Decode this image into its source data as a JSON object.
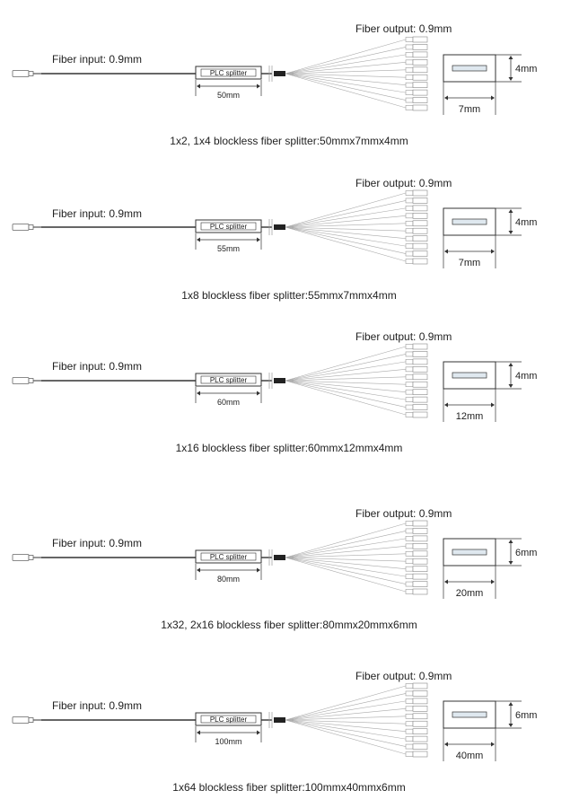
{
  "sections": [
    {
      "input_label": "Fiber input:  0.9mm",
      "output_label": "Fiber output: 0.9mm",
      "splitter_label": "PLC splitter",
      "length_label": "50mm",
      "width_label": "7mm",
      "height_label": "4mm",
      "caption": "1x2, 1x4 blockless fiber splitter:50mmx7mmx4mm"
    },
    {
      "input_label": "Fiber input: 0.9mm",
      "output_label": "Fiber output: 0.9mm",
      "splitter_label": "PLC splitter",
      "length_label": "55mm",
      "width_label": "7mm",
      "height_label": "4mm",
      "caption": "1x8 blockless fiber splitter:55mmx7mmx4mm"
    },
    {
      "input_label": "Fiber input: 0.9mm",
      "output_label": "Fiber output: 0.9mm",
      "splitter_label": "PLC splitter",
      "length_label": "60mm",
      "width_label": "12mm",
      "height_label": "4mm",
      "caption": "1x16 blockless fiber splitter:60mmx12mmx4mm"
    },
    {
      "input_label": "Fiber input: 0.9mm",
      "output_label": "Fiber output: 0.9mm",
      "splitter_label": "PLC splitter",
      "length_label": "80mm",
      "width_label": "20mm",
      "height_label": "6mm",
      "caption": "1x32, 2x16 blockless fiber splitter:80mmx20mmx6mm"
    },
    {
      "input_label": "Fiber input: 0.9mm",
      "output_label": "Fiber output: 0.9mm",
      "splitter_label": "PLC splitter",
      "length_label": "100mm",
      "width_label": "40mm",
      "height_label": "6mm",
      "caption": "1x64 blockless fiber splitter:100mmx40mmx6mm"
    }
  ]
}
